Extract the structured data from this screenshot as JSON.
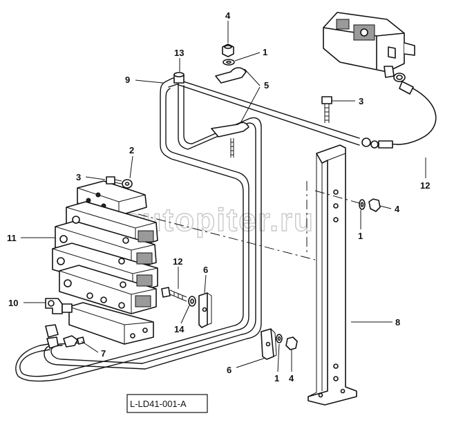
{
  "diagram": {
    "drawing_code": "L-LD41-001-A",
    "watermark": "autopiter.ru",
    "callouts": {
      "c4_top": "4",
      "c1_top": "1",
      "c13": "13",
      "c9": "9",
      "c5": "5",
      "c3_right": "3",
      "c2": "2",
      "c3_left": "3",
      "c11": "11",
      "c12_right": "12",
      "c4_right": "4",
      "c1_right": "1",
      "c8": "8",
      "c12_mid": "12",
      "c6_top": "6",
      "c10": "10",
      "c14": "14",
      "c7": "7",
      "c6_bottom": "6",
      "c1_bottom": "1",
      "c4_bottom": "4"
    },
    "icons": [
      "hydraulic-pump-icon",
      "control-valve-block-icon",
      "mounting-bracket-icon",
      "hydraulic-hose-icon",
      "pipe-clamp-icon",
      "bolt-icon",
      "nut-icon",
      "washer-icon",
      "elbow-fitting-icon"
    ]
  }
}
